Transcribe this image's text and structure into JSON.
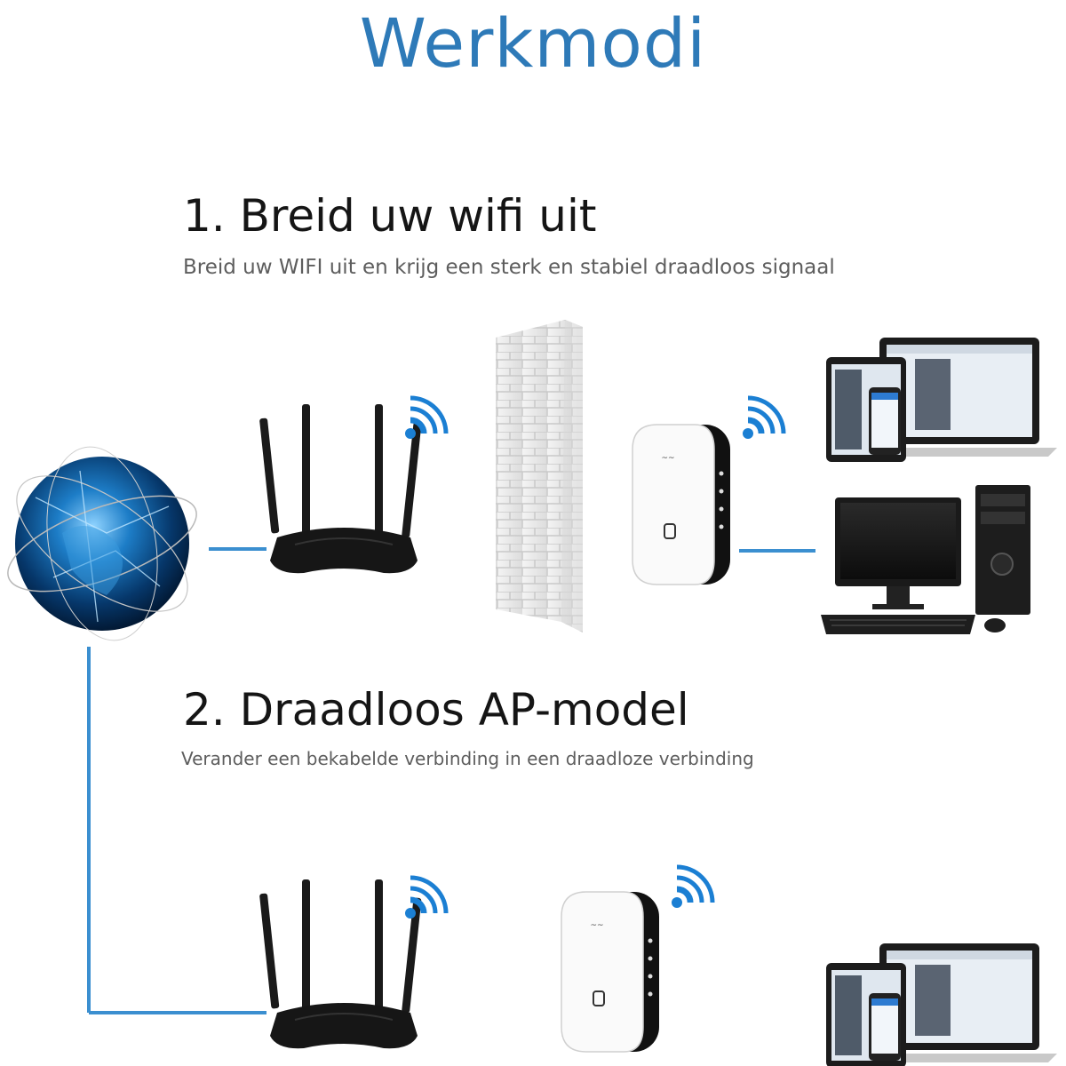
{
  "title": "Werkmodi",
  "colors": {
    "title": "#2e7ab8",
    "line": "#3b8fd0",
    "wifi": "#1b7fd3",
    "router": "#1a1a1a",
    "globe": "#0a4f8c"
  },
  "modes": [
    {
      "heading": "1. Breid uw wifi uit",
      "subtitle": "Breid uw WIFI uit en krijg een sterk en stabiel draadloos signaal"
    },
    {
      "heading": "2. Draadloos AP-model",
      "subtitle": "Verander een bekabelde verbinding in een draadloze verbinding"
    }
  ],
  "icons": [
    "globe-icon",
    "router-icon",
    "wifi-signal-icon",
    "brick-wall-icon",
    "repeater-icon",
    "laptop-tablet-phone-icon",
    "desktop-computer-icon"
  ]
}
